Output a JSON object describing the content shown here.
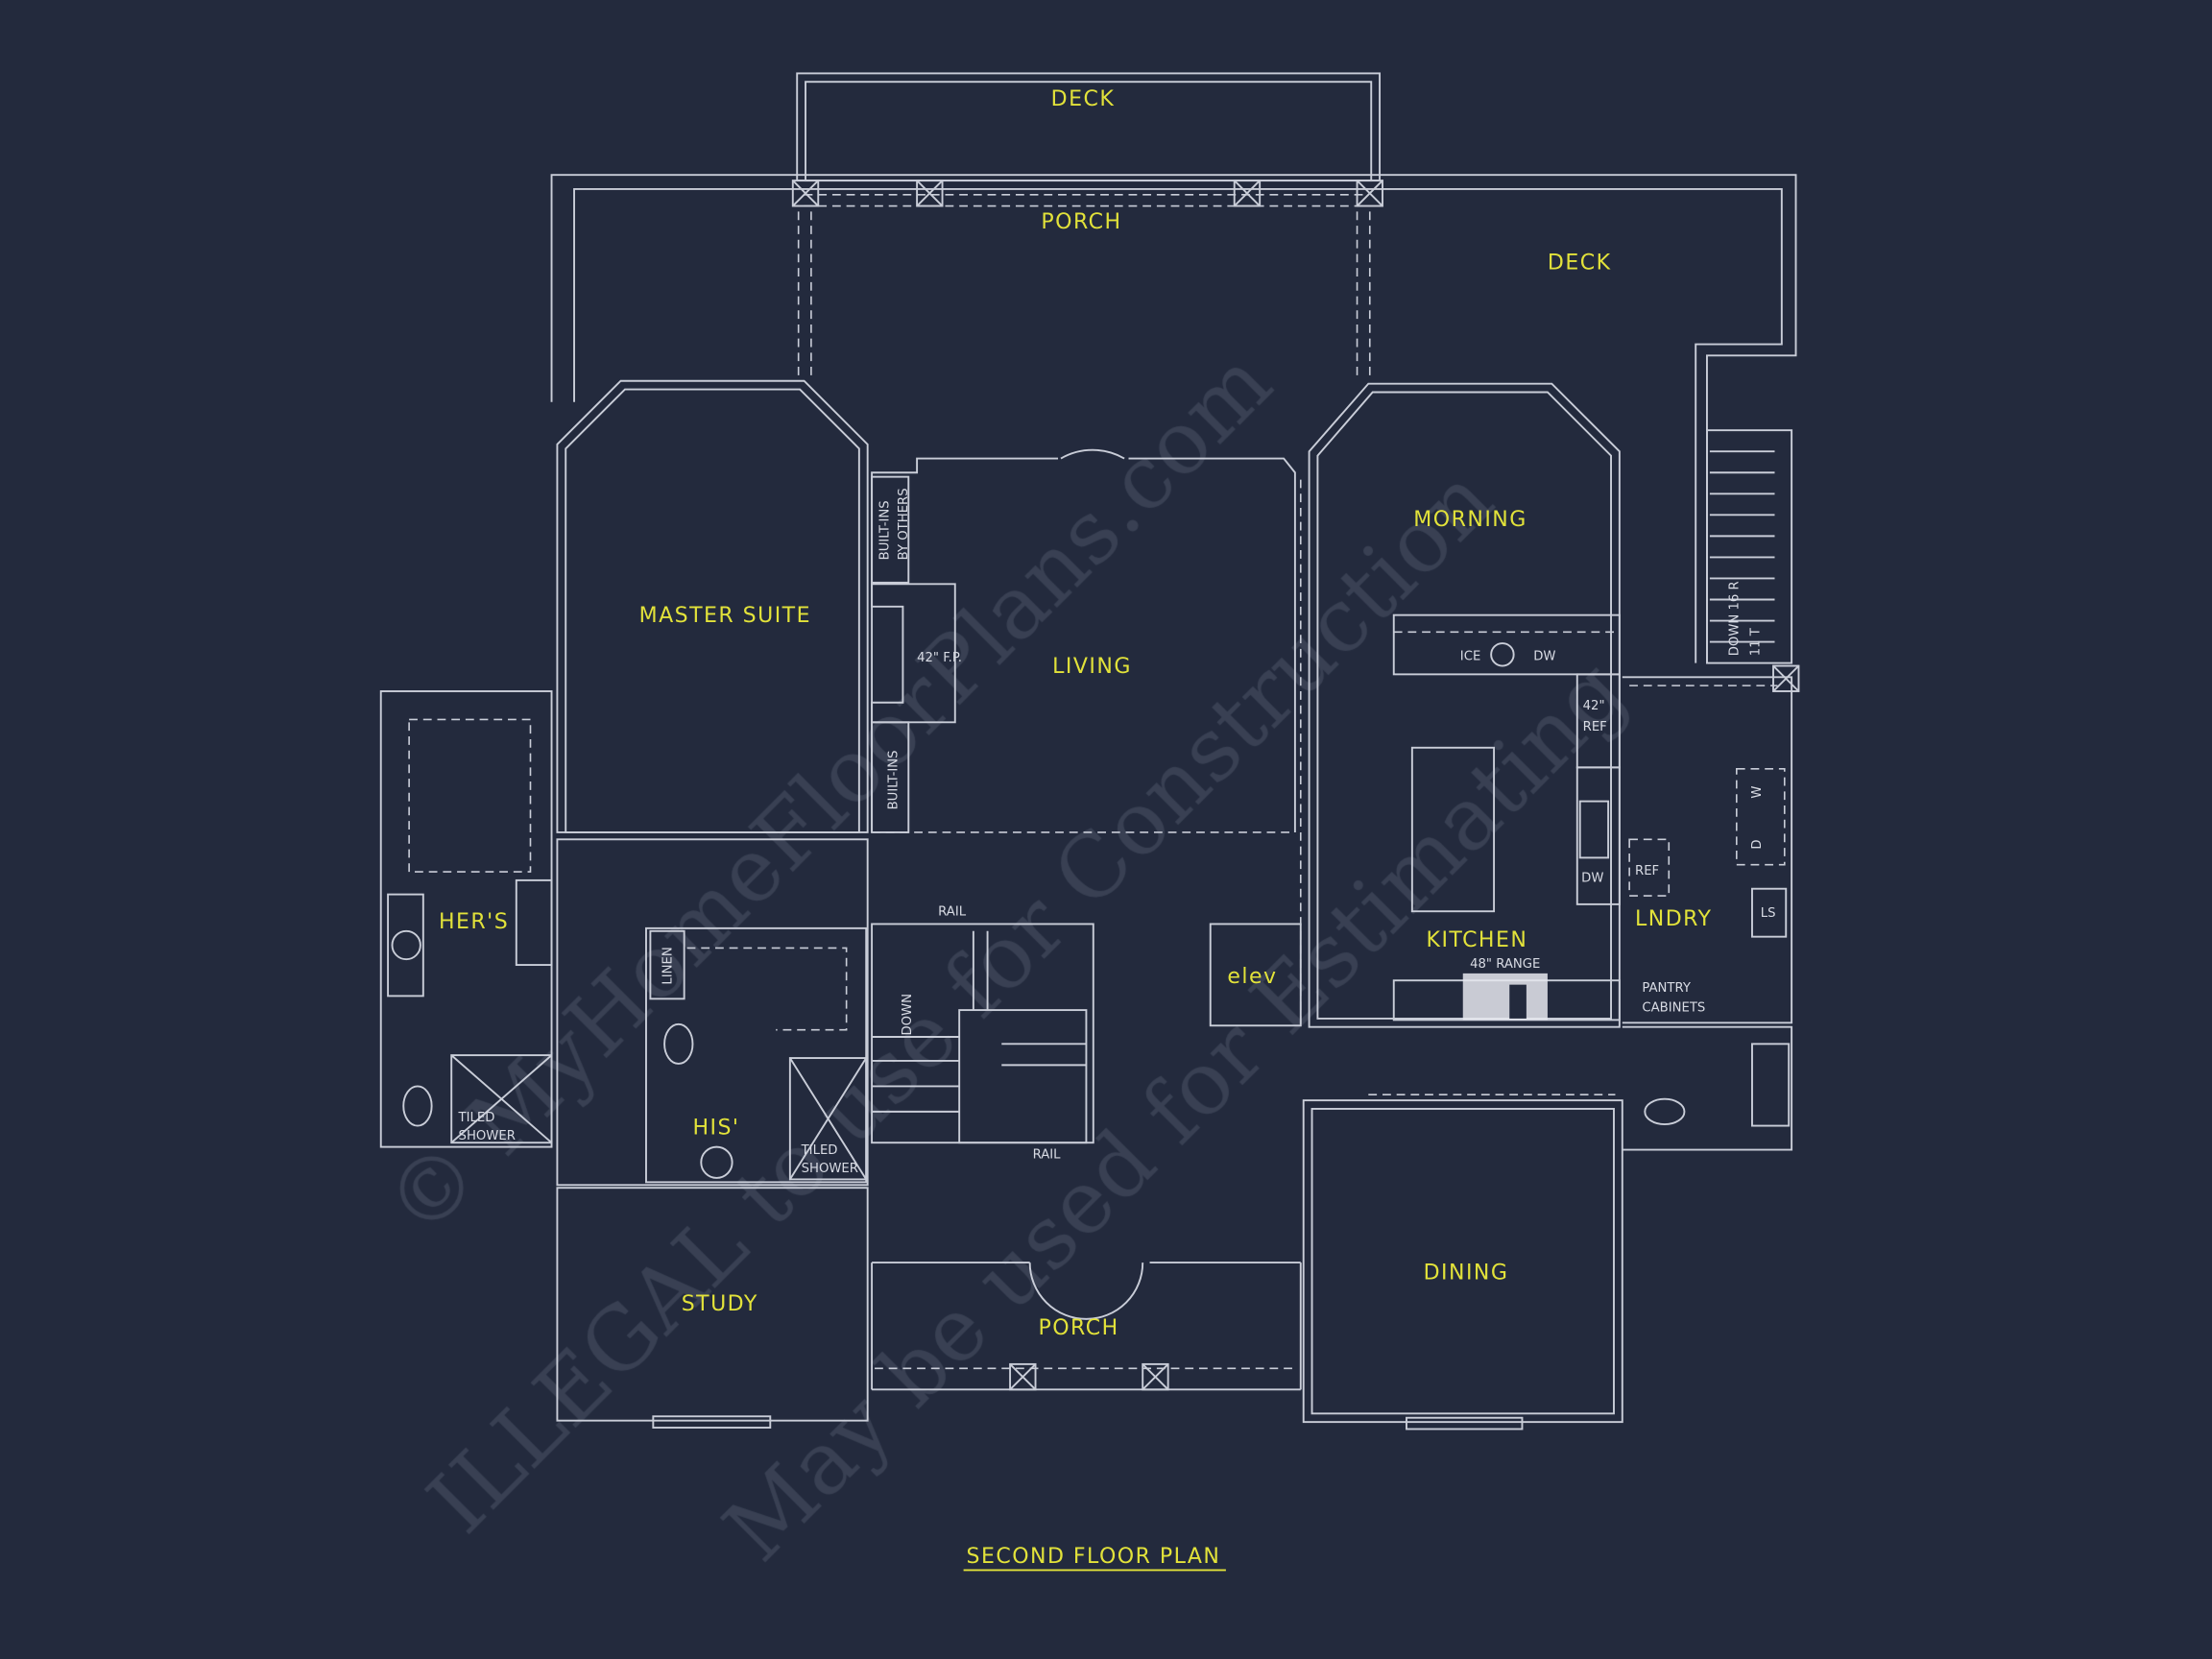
{
  "plan": {
    "title": "SECOND FLOOR PLAN",
    "rooms": {
      "deck_top": "DECK",
      "porch_top": "PORCH",
      "deck_right": "DECK",
      "master_suite": "MASTER SUITE",
      "living": "LIVING",
      "morning": "MORNING",
      "kitchen": "KITCHEN",
      "laundry": "LNDRY",
      "hers": "HER'S",
      "his": "HIS'",
      "elev": "elev",
      "study": "STUDY",
      "porch_bottom": "PORCH",
      "dining": "DINING"
    },
    "notes": {
      "built_ins_others_1": "BUILT-INS",
      "built_ins_others_2": "BY OTHERS",
      "fireplace": "42\" F.P.",
      "built_ins": "BUILT-INS",
      "ice": "ICE",
      "dw_top": "DW",
      "ref_42_1": "42\"",
      "ref_42_2": "REF",
      "dw_side": "DW",
      "ref_laundry": "REF",
      "washer": "W",
      "dryer": "D",
      "ls": "LS",
      "range": "48\" RANGE",
      "pantry_1": "PANTRY",
      "pantry_2": "CABINETS",
      "stair_right": "DOWN 16 R",
      "stair_right_2": "11 T",
      "linen": "LINEN",
      "down": "DOWN",
      "rail_top": "RAIL",
      "rail_bottom": "RAIL",
      "tiled_1": "TILED",
      "shower_1": "SHOWER",
      "tiled_2": "TILED",
      "shower_2": "SHOWER"
    }
  },
  "watermark": [
    "© MyHomeFloorPlans.com",
    "ILLEGAL to use for Construction",
    "May be used for Estimating"
  ],
  "colors": {
    "background": "#232a3d",
    "lines": "#c9cdd8",
    "labels": "#e2e23a"
  }
}
